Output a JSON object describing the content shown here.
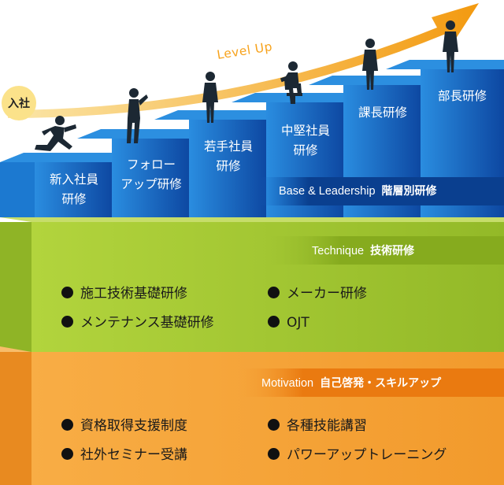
{
  "entry_label": "入社",
  "arrow_label": "Level Up",
  "steps": [
    {
      "label": "新入社員\n研修"
    },
    {
      "label": "フォロー\nアップ研修"
    },
    {
      "label": "若手社員\n研修"
    },
    {
      "label": "中堅社員\n研修"
    },
    {
      "label": "課長研修"
    },
    {
      "label": "部長研修"
    }
  ],
  "bands": {
    "leadership": {
      "title_en": "Base & Leadership",
      "title_jp": "階層別研修"
    },
    "technique": {
      "title_en": "Technique",
      "title_jp": "技術研修",
      "items": [
        "施工技術基礎研修",
        "メーカー研修",
        "メンテナンス基礎研修",
        "OJT"
      ]
    },
    "motivation": {
      "title_en": "Motivation",
      "title_jp": "自己啓発・スキルアップ",
      "items": [
        "資格取得支援制度",
        "各種技能講習",
        "社外セミナー受講",
        "パワーアップトレーニング"
      ]
    }
  },
  "colors": {
    "blue_front": "#1565c0",
    "blue_top": "#2c8fe0",
    "green_front": "#a4c934",
    "green_top": "#c6dd6a",
    "orange_front": "#f5a035",
    "orange_top": "#f7bd6a",
    "arrow": "#f7a21b"
  },
  "icons": [
    "person-running-icon",
    "person-walking-icon",
    "person-standing-icon",
    "person-seated-icon",
    "person-standing-icon",
    "person-standing-icon"
  ]
}
